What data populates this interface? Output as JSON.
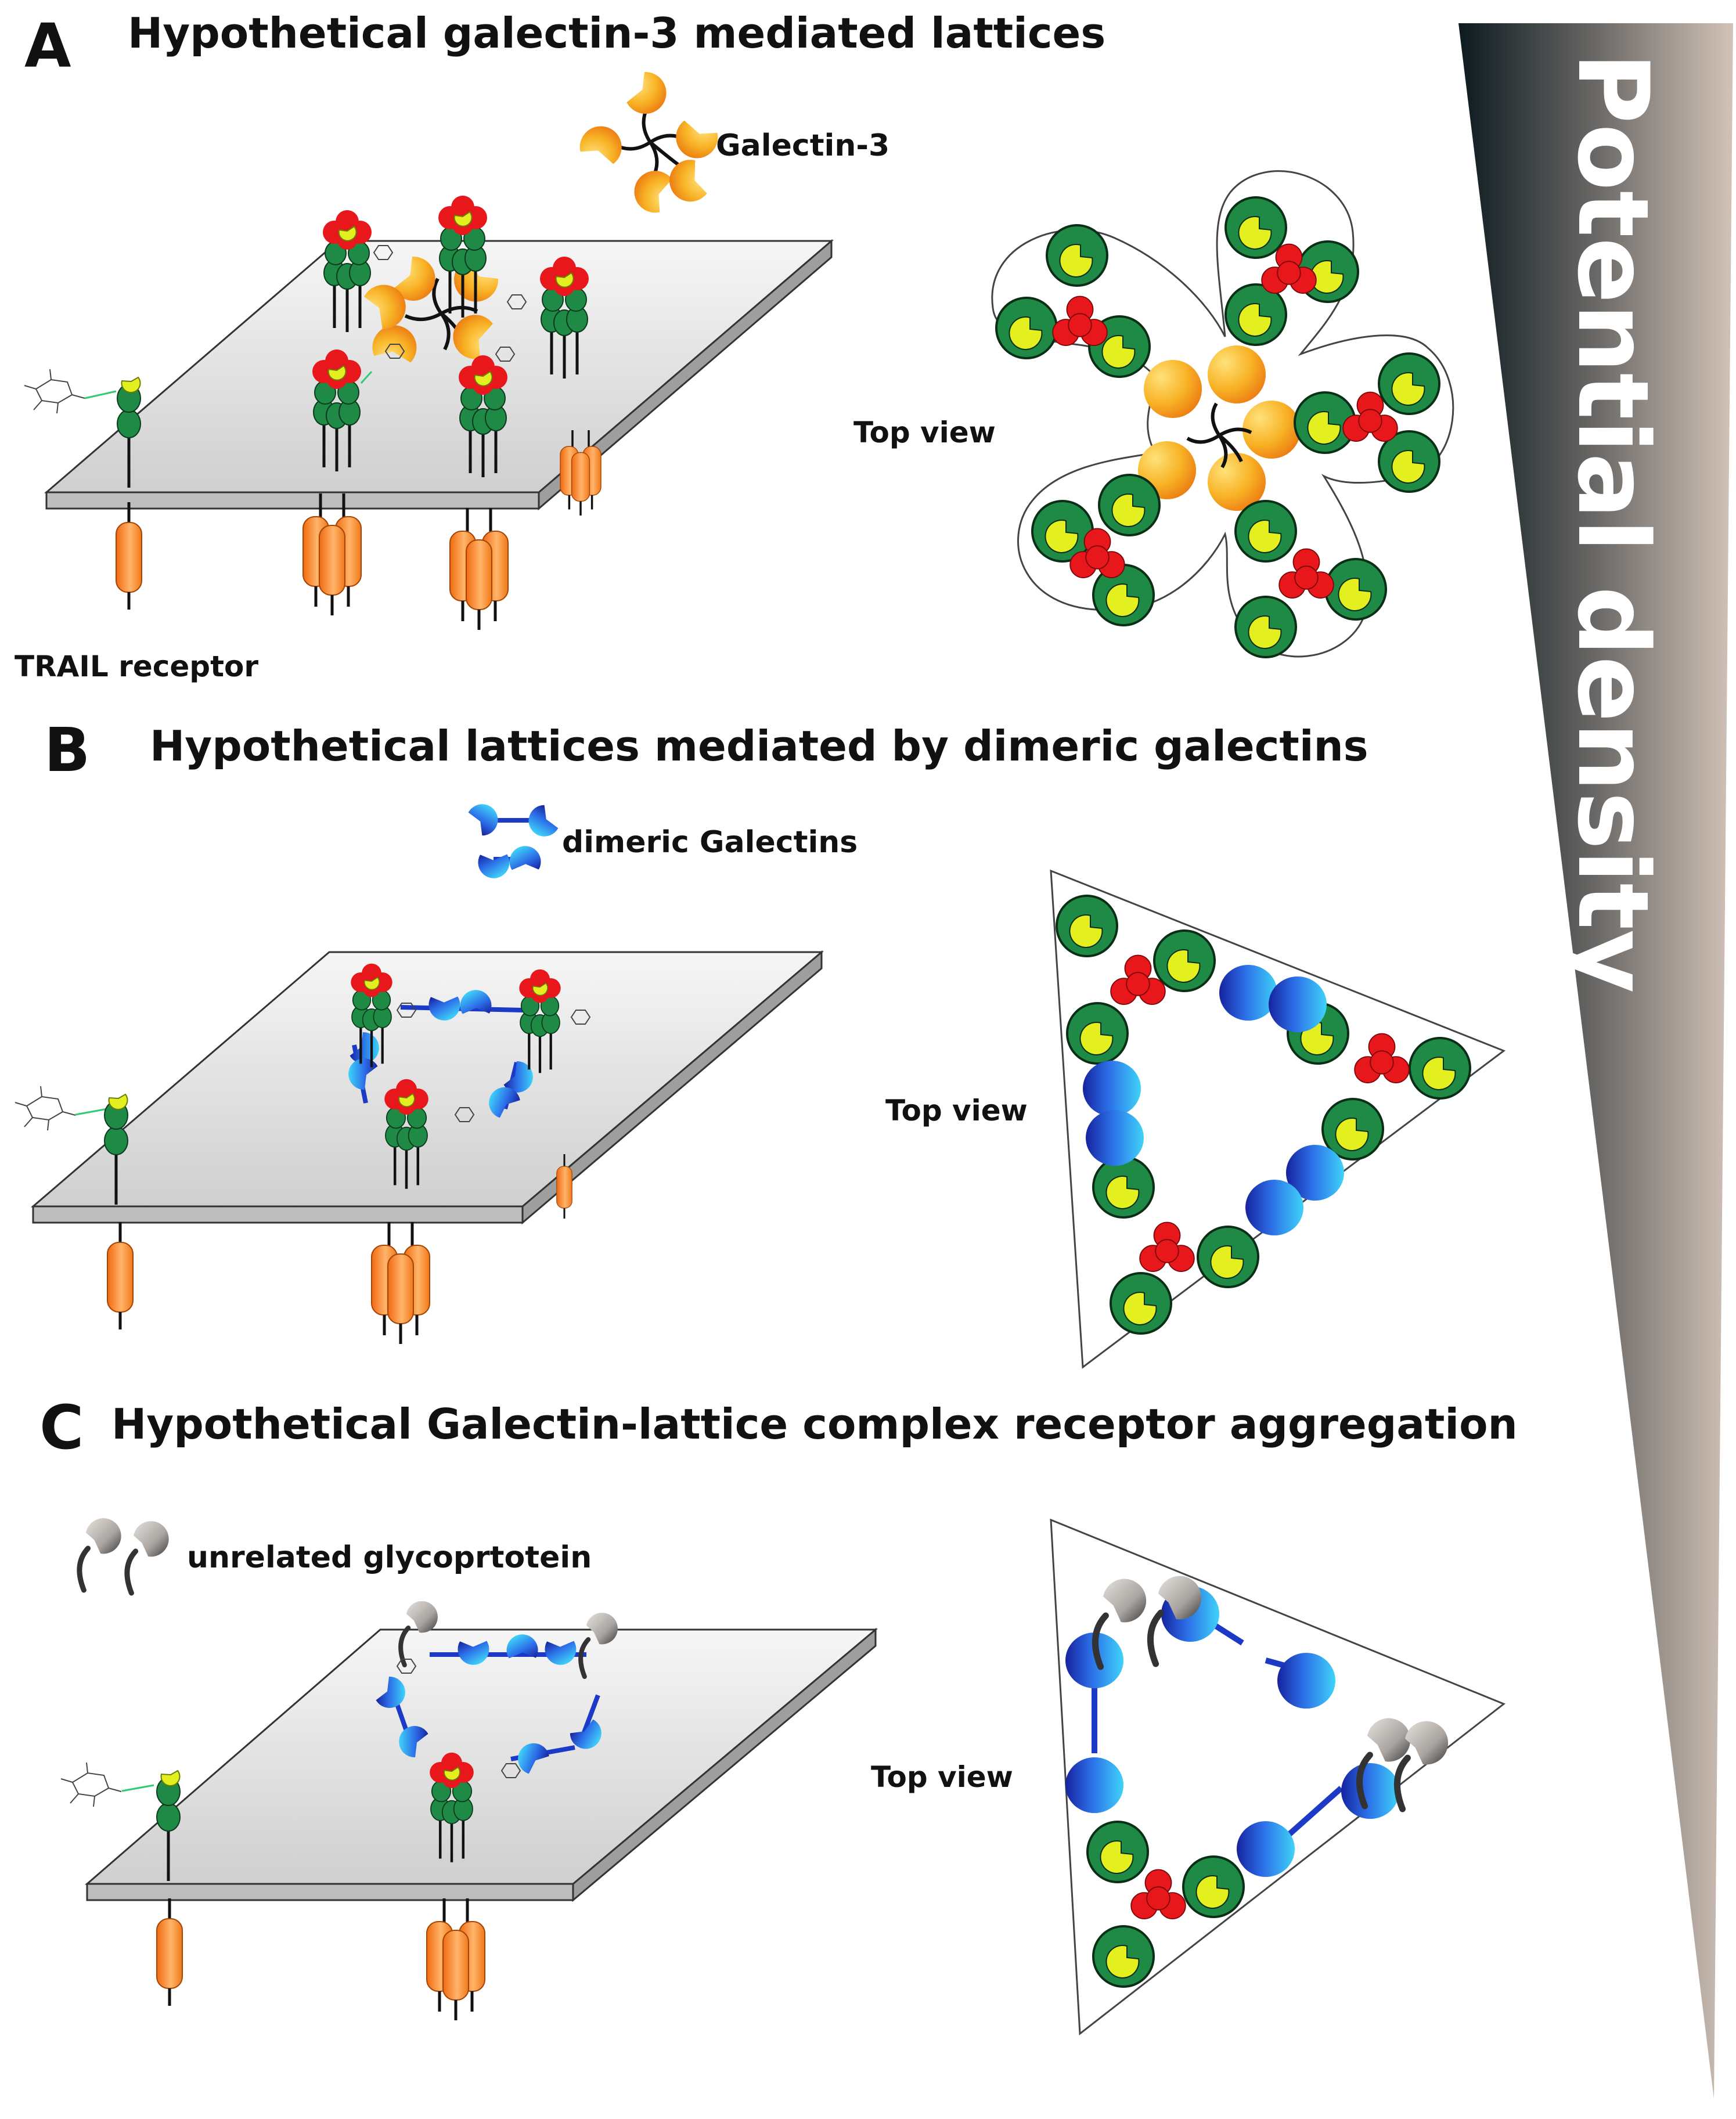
{
  "panels": [
    {
      "letter": "A",
      "title": "Hypothetical galectin-3 mediated lattices",
      "legend_label": "Galectin-3",
      "receptor_label": "TRAIL receptor",
      "top_view_label": "Top view"
    },
    {
      "letter": "B",
      "title": "Hypothetical lattices mediated by dimeric galectins",
      "legend_label": "dimeric Galectins",
      "top_view_label": "Top view"
    },
    {
      "letter": "C",
      "title": "Hypothetical  Galectin-lattice complex receptor aggregation",
      "legend_label": "unrelated glycoprtotein",
      "top_view_label": "Top view"
    }
  ],
  "gradient_label": "Potential density",
  "colors": {
    "receptor_green": "#1e8a45",
    "ligand_yellow": "#e3ef1e",
    "trimer_red": "#e8171c",
    "galectin3_orange": "#f39412",
    "dimer_blue": "#1c39c8",
    "dimer_cyan": "#26c3f4",
    "trail_orange": "#f58a2a",
    "membrane": "#ececec"
  }
}
